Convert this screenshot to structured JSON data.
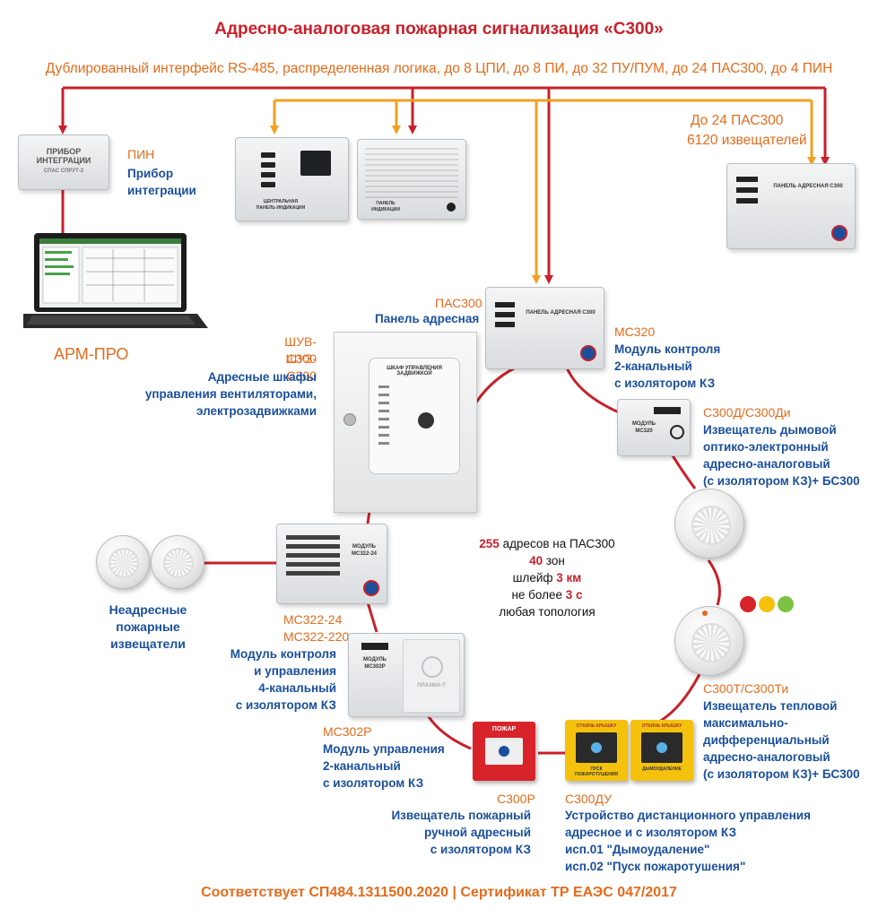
{
  "title": "Адресно-аналоговая пожарная сигнализация «С300»",
  "subtitle": "Дублированный интерфейс RS-485, распределенная логика, до 8 ЦПИ, до 8 ПИ, до 32 ПУ/ПУМ, до 24 ПАС300, до 4 ПИН",
  "footer": "Соответствует СП484.1311500.2020 | Сертификат ТР ЕАЭС 047/2017",
  "colors": {
    "red_line": "#c9202a",
    "orange_line": "#f0a020",
    "code_text": "#e46b1c",
    "name_text": "#1a4f9c"
  },
  "pin": {
    "code": "ПИН",
    "name_l1": "Прибор",
    "name_l2": "интеграции",
    "device_text_l1": "ПРИБОР",
    "device_text_l2": "ИНТЕГРАЦИИ",
    "device_brand": "СПАС СПРУТ-2"
  },
  "arm": {
    "label": "АРМ-ПРО"
  },
  "pas_remote": {
    "l1": "До 24 ПАС300",
    "l2": "6120 извещателей",
    "device_text": "ПАНЕЛЬ АДРЕСНАЯ С300"
  },
  "pas300": {
    "code": "ПАС300",
    "name": "Панель адресная",
    "device_text": "ПАНЕЛЬ АДРЕСНАЯ С300"
  },
  "shuv": {
    "code_l1": "ШУВ-С300",
    "code_l2": "ШУЗ-С300",
    "name_l1": "Адресные шкафы",
    "name_l2": "управления вентиляторами,",
    "name_l3": "электрозадвижками",
    "device_text_l1": "ШКАФ УПРАВЛЕНИЯ",
    "device_text_l2": "ЗАДВИЖКОЙ"
  },
  "mc320": {
    "code": "МС320",
    "name_l1": "Модуль контроля",
    "name_l2": "2-канальный",
    "name_l3": "с изолятором КЗ",
    "device_text_l1": "МОДУЛЬ",
    "device_text_l2": "МС320"
  },
  "s300d": {
    "code": "С300Д/С300Ди",
    "name_l1": "Извещатель дымовой",
    "name_l2": "оптико-электронный",
    "name_l3": "адресно-аналоговый",
    "name_l4": "(с изолятором КЗ)+ БС300"
  },
  "s300t": {
    "code": "С300Т/С300Ти",
    "name_l1": "Извещатель  тепловой",
    "name_l2": "максимально-",
    "name_l3": "дифференциальный",
    "name_l4": "адресно-аналоговый",
    "name_l5": "(с изолятором КЗ)+ БС300"
  },
  "non_addr": {
    "l1": "Неадресные",
    "l2": "пожарные",
    "l3": "извещатели"
  },
  "mc322": {
    "code_l1": "МС322-24",
    "code_l2": "МС322-220",
    "name_l1": "Модуль контроля",
    "name_l2": "и управления",
    "name_l3": "4-канальный",
    "name_l4": "с изолятором КЗ",
    "device_text_l1": "МОДУЛЬ",
    "device_text_l2": "МС322-24"
  },
  "mc302r": {
    "code": "МС302Р",
    "name_l1": "Модуль управления",
    "name_l2": "2-канальный",
    "name_l3": "с изолятором КЗ",
    "device_text_l1": "МОДУЛЬ",
    "device_text_l2": "МС302Р",
    "brand": "ПЛАЗМА-Т"
  },
  "s300r": {
    "code": "С300Р",
    "name_l1": "Извещатель пожарный",
    "name_l2": "ручной адресный",
    "name_l3": "с изолятором КЗ",
    "device_text": "ПОЖАР"
  },
  "s300du": {
    "code": "С300ДУ",
    "name_l1": "Устройство дистанционного управления",
    "name_l2": "адресное и с изолятором КЗ",
    "name_l3": "исп.01 \"Дымоудаление\"",
    "name_l4": "исп.02 \"Пуск пожаротушения\"",
    "device1_text": "ПУСК ПОЖАРОТУШЕНИЯ",
    "device2_text": "ДЫМОУДАЛЕНИЕ",
    "device_header": "ОТКИНЬ КРЫШКУ"
  },
  "center": {
    "addr_num": "255",
    "addr_text": " адресов на ПАС300",
    "zones_num": "40",
    "zones_text": " зон",
    "loop_text": "шлейф ",
    "loop_num": "3 км",
    "time_text": "не более ",
    "time_num": "3 с",
    "topology": "любая топология"
  },
  "control_panel": {
    "device_text_l1": "ЦЕНТРАЛЬНАЯ",
    "device_text_l2": "ПАНЕЛЬ ИНДИКАЦИИ"
  },
  "indication_panel": {
    "device_text_l1": "ПАНЕЛЬ",
    "device_text_l2": "ИНДИКАЦИИ"
  }
}
